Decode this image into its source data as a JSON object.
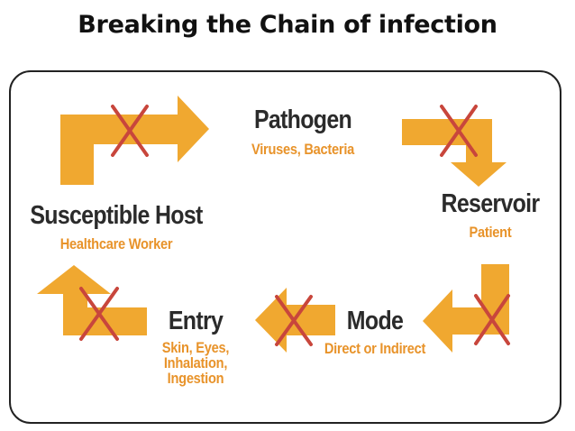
{
  "title": "Breaking the Chain of infection",
  "colors": {
    "arrow": "#f0a830",
    "cross": "#c8463c",
    "title_text": "#2b2b2b",
    "sub_text": "#e8932a",
    "frame": "#222222"
  },
  "nodes": {
    "pathogen": {
      "title": "Pathogen",
      "subtitle": "Viruses, Bacteria"
    },
    "reservoir": {
      "title": "Reservoir",
      "subtitle": "Patient"
    },
    "mode": {
      "title": "Mode",
      "subtitle": "Direct or Indirect"
    },
    "entry": {
      "title": "Entry",
      "subtitle_lines": [
        "Skin, Eyes,",
        "Inhalation,",
        "Ingestion"
      ]
    },
    "host": {
      "title": "Susceptible Host",
      "subtitle": "Healthcare Worker"
    }
  },
  "icons": [
    "arrow-icon",
    "cross-icon"
  ]
}
